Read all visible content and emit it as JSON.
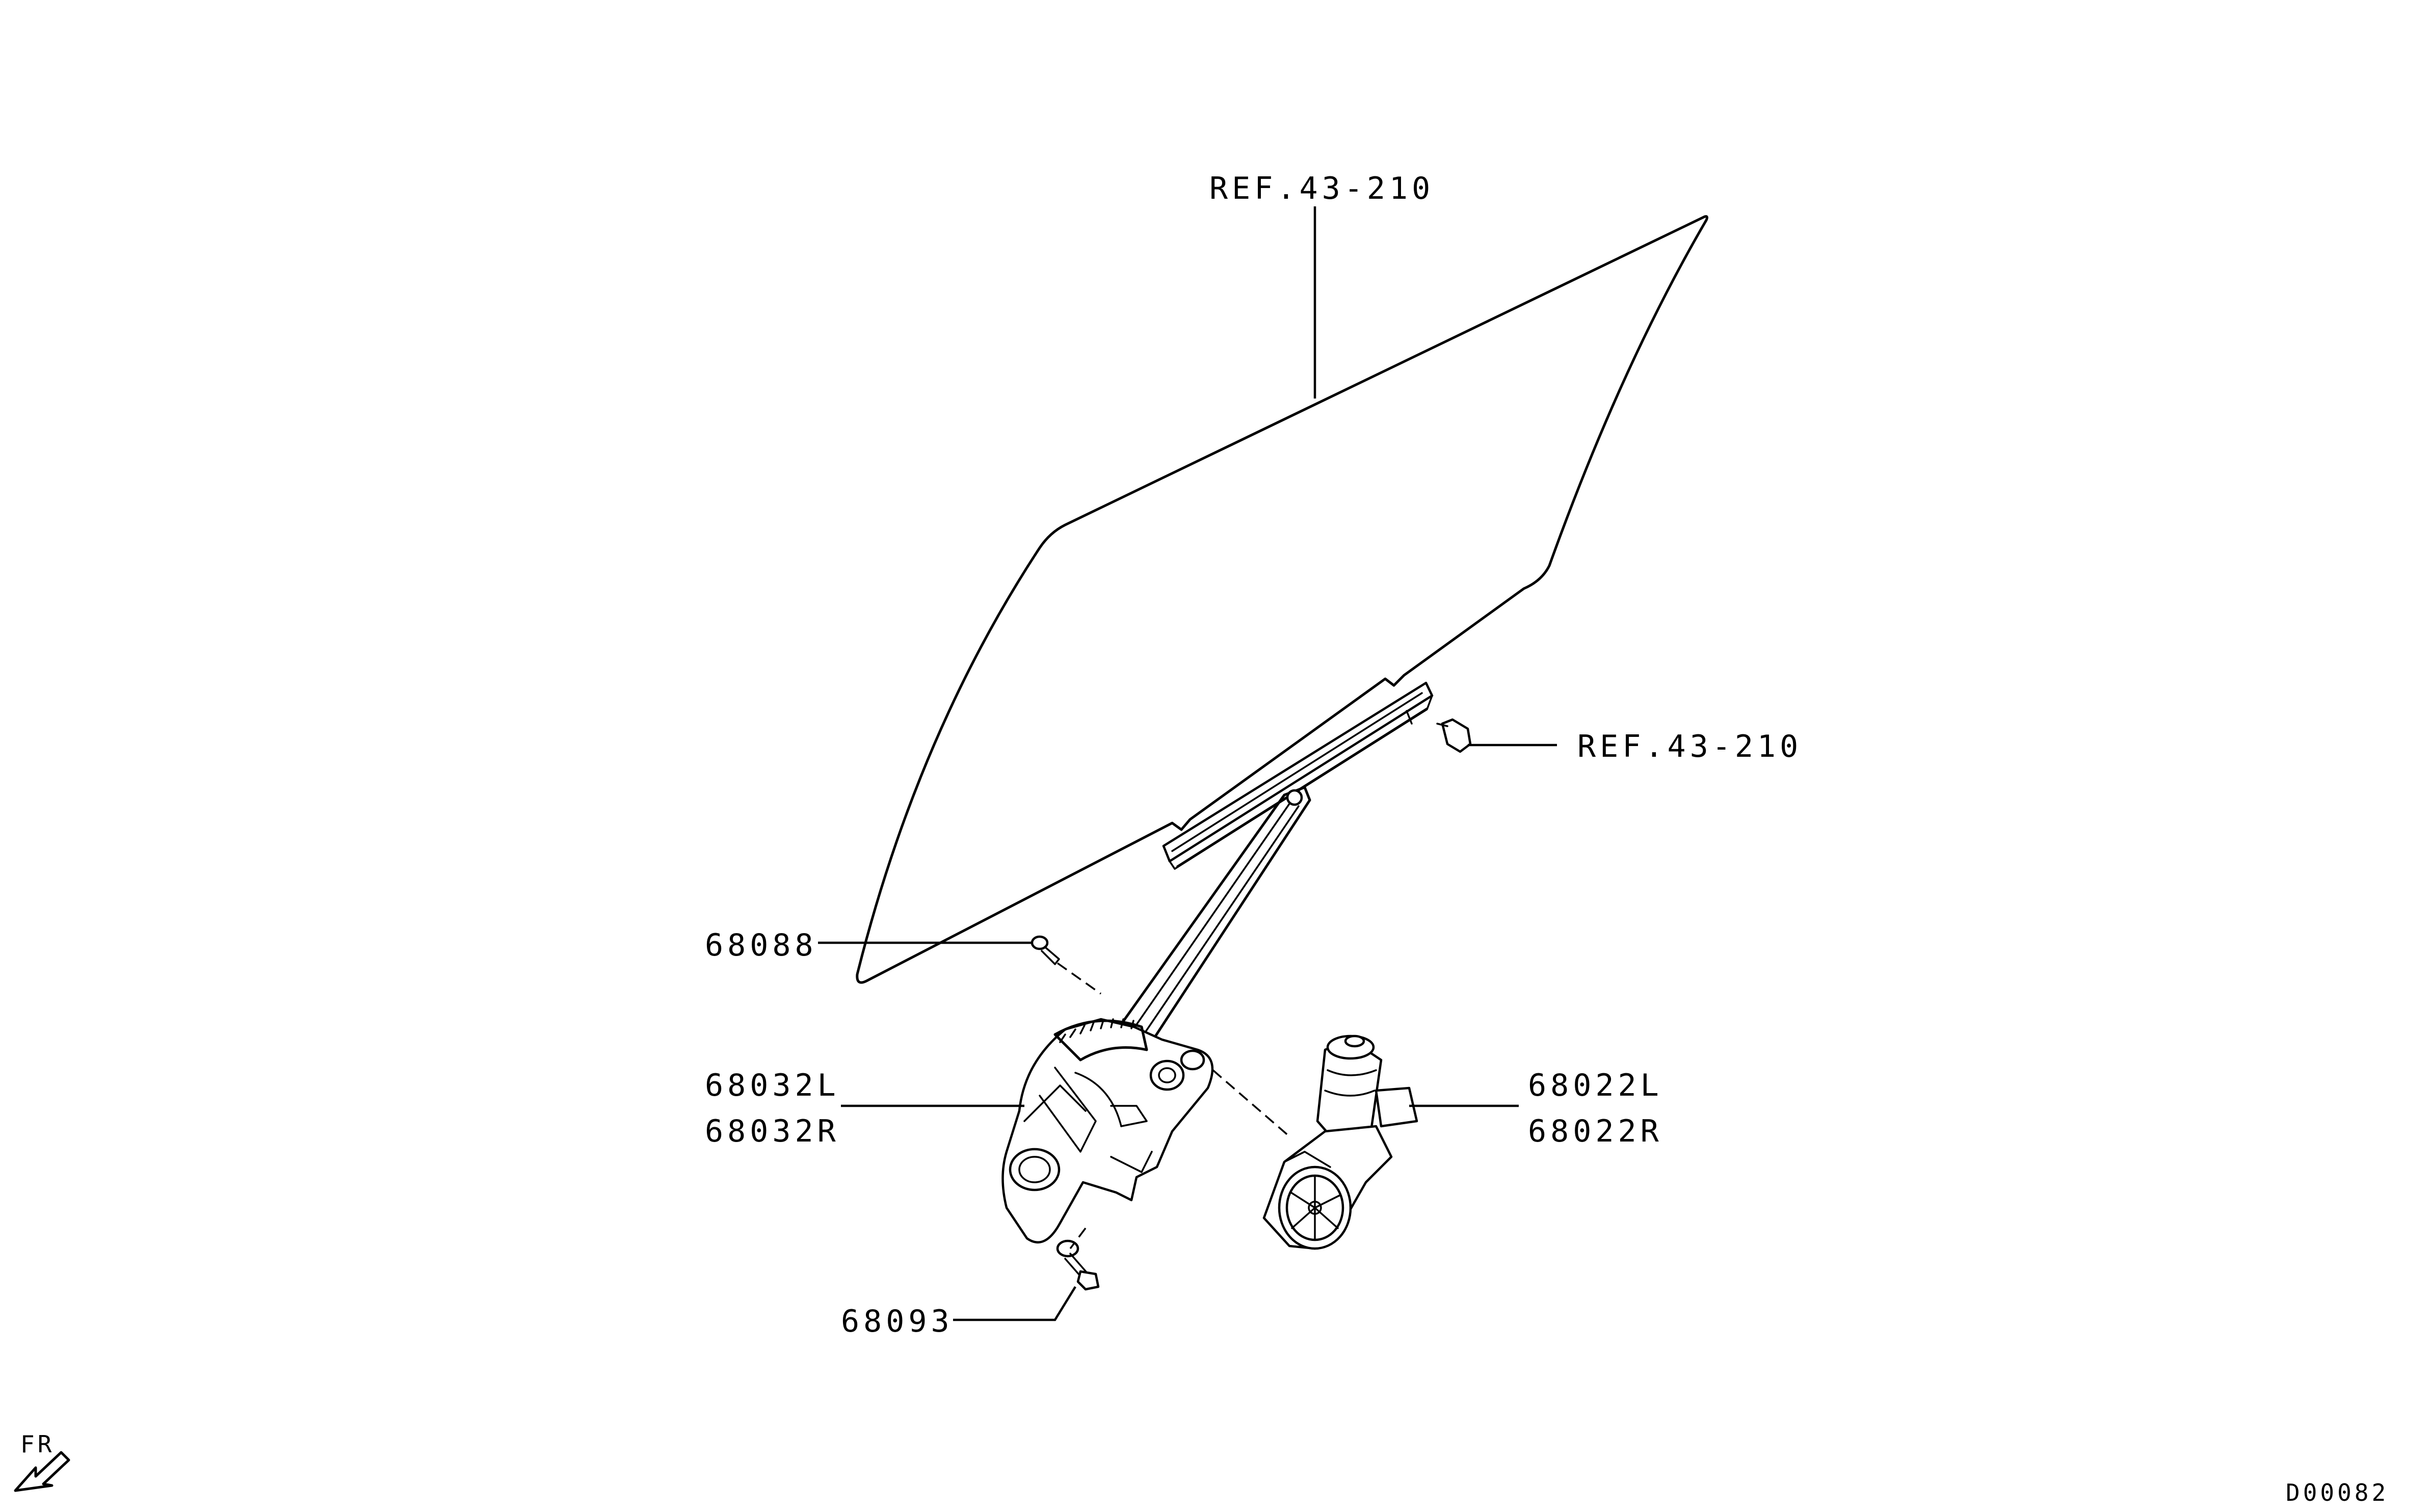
{
  "labels": {
    "ref_glass": "REF.43-210",
    "ref_holder": "REF.43-210",
    "bolt_upper": "68088",
    "regulator_l": "68032L",
    "regulator_r": "68032R",
    "motor_l": "68022L",
    "motor_r": "68022R",
    "bolt_lower": "68093",
    "front_arrow": "FR",
    "diagram_code": "D00082"
  }
}
